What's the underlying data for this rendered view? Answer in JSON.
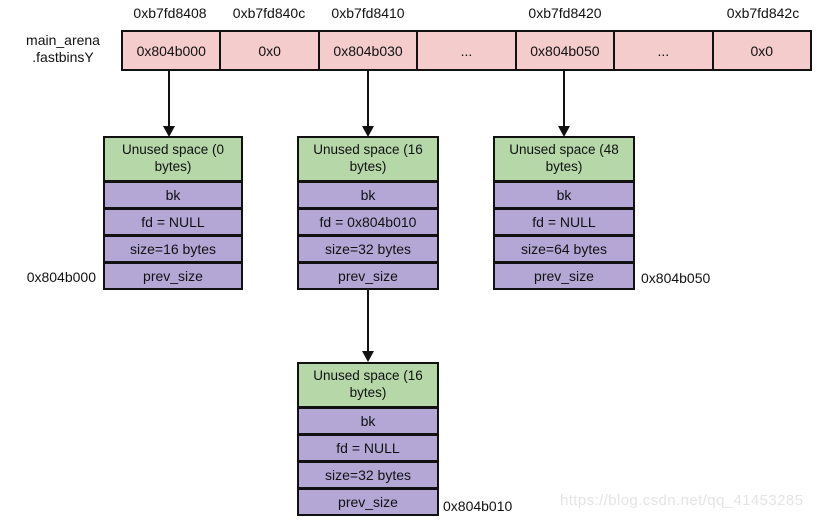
{
  "arena": {
    "label_line1": "main_arena",
    "label_line2": ".fastbinsY"
  },
  "fastbin_array": {
    "addresses": [
      "0xb7fd8408",
      "0xb7fd840c",
      "0xb7fd8410",
      "0xb7fd8420",
      "0xb7fd842c"
    ],
    "cells": [
      "0x804b000",
      "0x0",
      "0x804b030",
      "...",
      "0x804b050",
      "...",
      "0x0"
    ]
  },
  "chunks": [
    {
      "header": "Unused space (0 bytes)",
      "fields": [
        "bk",
        "fd = NULL",
        "size=16 bytes",
        "prev_size"
      ],
      "address_label": "0x804b000"
    },
    {
      "header": "Unused space (16 bytes)",
      "fields": [
        "bk",
        "fd = 0x804b010",
        "size=32 bytes",
        "prev_size"
      ],
      "address_label": ""
    },
    {
      "header": "Unused space (48 bytes)",
      "fields": [
        "bk",
        "fd = NULL",
        "size=64 bytes",
        "prev_size"
      ],
      "address_label": "0x804b050"
    },
    {
      "header": "Unused space (16 bytes)",
      "fields": [
        "bk",
        "fd = NULL",
        "size=32 bytes",
        "prev_size"
      ],
      "address_label": "0x804b010"
    }
  ],
  "watermark": "https://blog.csdn.net/qq_41453285",
  "colors": {
    "array_fill": "#f4cccc",
    "chunk_header_fill": "#b6d7a8",
    "chunk_field_fill": "#b4a7d6",
    "border": "#111111",
    "watermark_text": "#e4e4e4"
  }
}
